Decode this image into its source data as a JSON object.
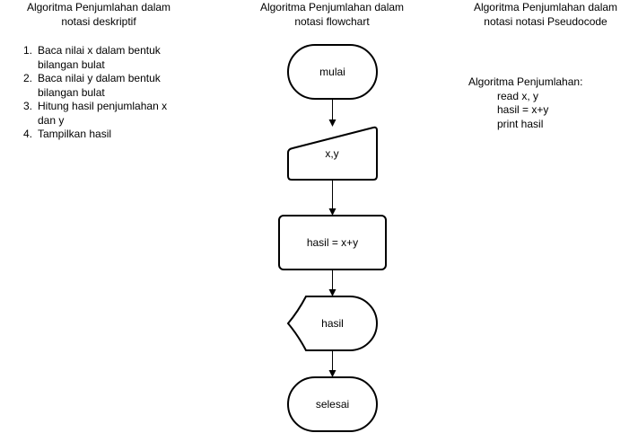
{
  "descriptive": {
    "title_line1": "Algoritma Penjumlahan dalam",
    "title_line2": "notasi deskriptif",
    "steps": [
      {
        "num": "1.",
        "text": "Baca nilai x dalam bentuk bilangan bulat"
      },
      {
        "num": "2.",
        "text": "Baca nilai y dalam bentuk bilangan bulat"
      },
      {
        "num": "3.",
        "text": "Hitung hasil penjumlahan x dan y"
      },
      {
        "num": "4.",
        "text": "Tampilkan hasil"
      }
    ]
  },
  "flowchart": {
    "title_line1": "Algoritma Penjumlahan dalam",
    "title_line2": "notasi flowchart",
    "start_label": "mulai",
    "input_label": "x,y",
    "process_label": "hasil = x+y",
    "output_label": "hasil",
    "end_label": "selesai"
  },
  "pseudocode": {
    "title_line1": "Algoritma Penjumlahan dalam",
    "title_line2": "notasi notasi Pseudocode",
    "heading": "Algoritma Penjumlahan:",
    "lines": [
      "read x, y",
      "hasil = x+y",
      "print hasil"
    ]
  }
}
